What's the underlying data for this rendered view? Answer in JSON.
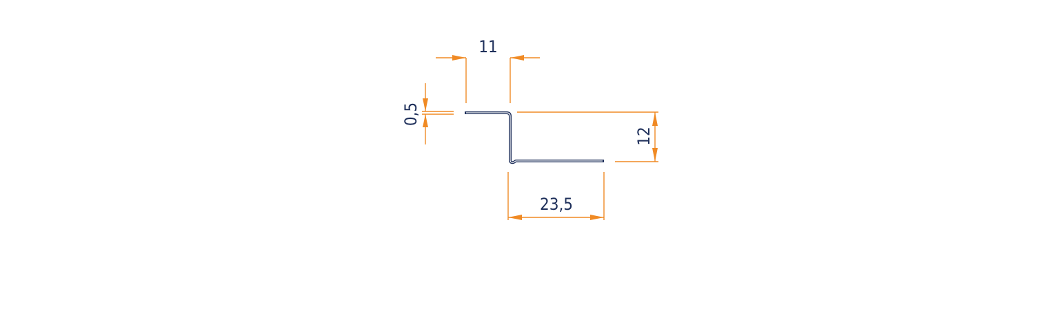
{
  "diagram": {
    "dimensions": {
      "top_flange_width": "11",
      "bottom_flange_width": "23,5",
      "profile_height": "12",
      "thickness": "0,5"
    },
    "colors": {
      "dimension_lines": "#f08a24",
      "profile": "#1e2f5a",
      "text": "#1e2f5a",
      "background": "#ffffff"
    }
  }
}
